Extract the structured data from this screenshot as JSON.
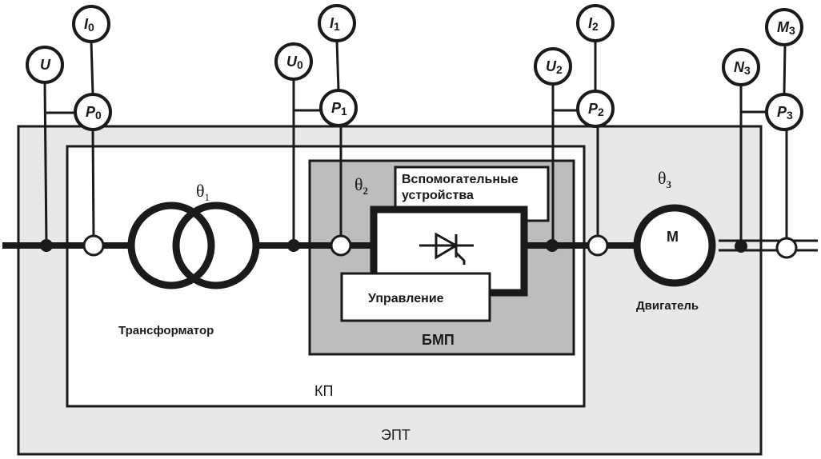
{
  "colors": {
    "line": "#1a1a1a",
    "ept_fill": "#e8e8e8",
    "kp_fill": "#ffffff",
    "bmp_fill": "#bdbdbd",
    "box_fill": "#ffffff"
  },
  "regions": {
    "ept": "ЭПТ",
    "kp": "КП",
    "bmp": "БМП"
  },
  "components": {
    "transformer": {
      "label": "Трансформатор",
      "theta": "θ",
      "theta_sub": "1"
    },
    "converter": {
      "theta": "θ",
      "theta_sub": "2"
    },
    "auxiliary": {
      "line1": "Вспомогательные",
      "line2": "устройства"
    },
    "control": {
      "label": "Управление"
    },
    "motor": {
      "label": "Двигатель",
      "symbol": "M",
      "theta": "θ",
      "theta_sub": "3"
    }
  },
  "meters": [
    {
      "id": "U",
      "main": "U",
      "sub": ""
    },
    {
      "id": "I0",
      "main": "I",
      "sub": "0"
    },
    {
      "id": "P0",
      "main": "P",
      "sub": "0"
    },
    {
      "id": "U0",
      "main": "U",
      "sub": "0"
    },
    {
      "id": "I1",
      "main": "I",
      "sub": "1"
    },
    {
      "id": "P1",
      "main": "P",
      "sub": "1"
    },
    {
      "id": "U2",
      "main": "U",
      "sub": "2"
    },
    {
      "id": "I2",
      "main": "I",
      "sub": "2"
    },
    {
      "id": "P2",
      "main": "P",
      "sub": "2"
    },
    {
      "id": "N3",
      "main": "N",
      "sub": "3"
    },
    {
      "id": "M3",
      "main": "M",
      "sub": "3"
    },
    {
      "id": "P3",
      "main": "P",
      "sub": "3"
    }
  ]
}
